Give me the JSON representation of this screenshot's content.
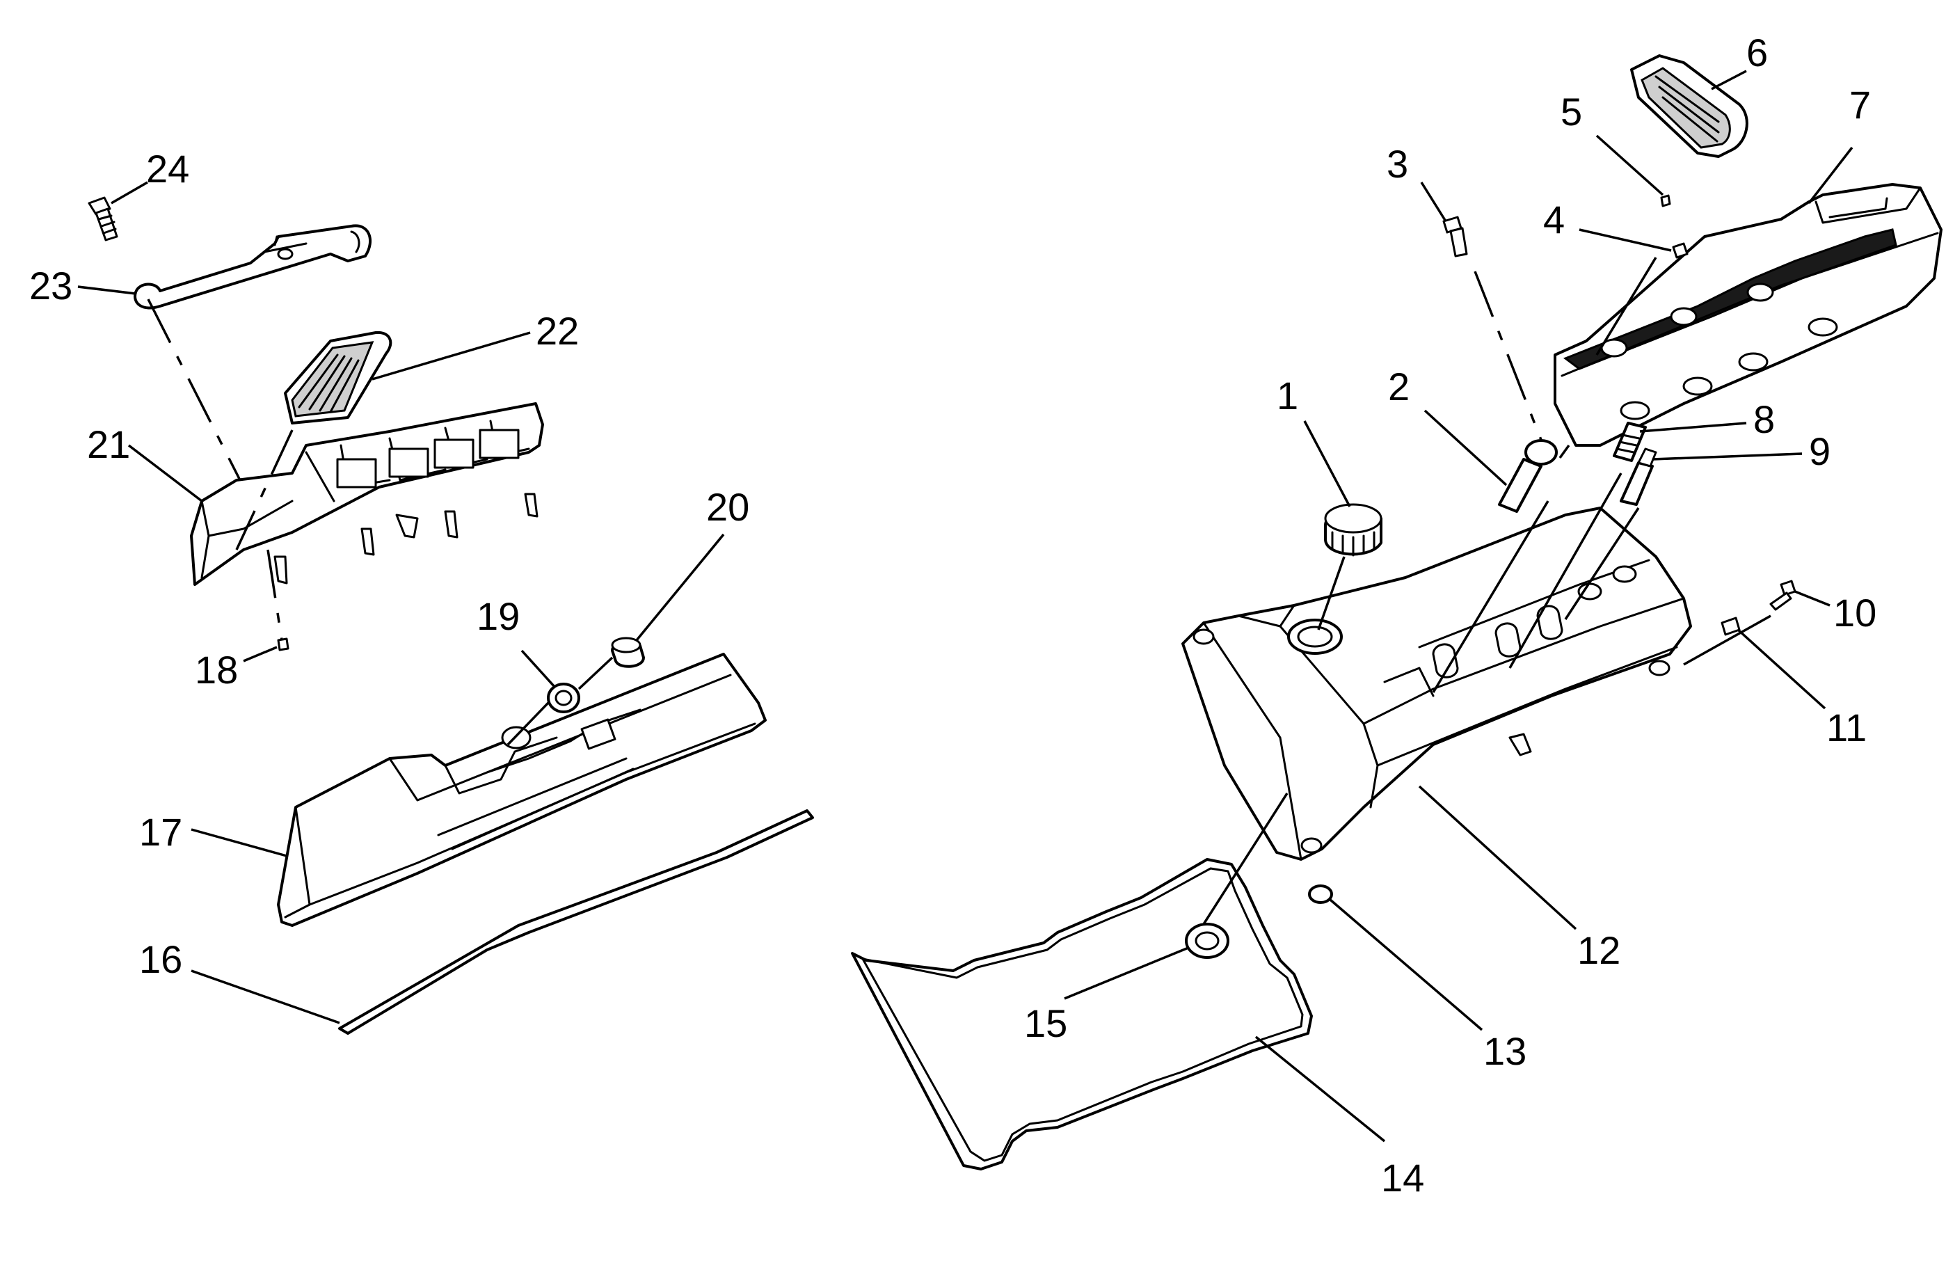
{
  "callouts": [
    {
      "id": 1,
      "label": "1"
    },
    {
      "id": 2,
      "label": "2"
    },
    {
      "id": 3,
      "label": "3"
    },
    {
      "id": 4,
      "label": "4"
    },
    {
      "id": 5,
      "label": "5"
    },
    {
      "id": 6,
      "label": "6"
    },
    {
      "id": 7,
      "label": "7"
    },
    {
      "id": 8,
      "label": "8"
    },
    {
      "id": 9,
      "label": "9"
    },
    {
      "id": 10,
      "label": "10"
    },
    {
      "id": 11,
      "label": "11"
    },
    {
      "id": 12,
      "label": "12"
    },
    {
      "id": 13,
      "label": "13"
    },
    {
      "id": 14,
      "label": "14"
    },
    {
      "id": 15,
      "label": "15"
    },
    {
      "id": 16,
      "label": "16"
    },
    {
      "id": 17,
      "label": "17"
    },
    {
      "id": 18,
      "label": "18"
    },
    {
      "id": 19,
      "label": "19"
    },
    {
      "id": 20,
      "label": "20"
    },
    {
      "id": 21,
      "label": "21"
    },
    {
      "id": 22,
      "label": "22"
    },
    {
      "id": 23,
      "label": "23"
    },
    {
      "id": 24,
      "label": "24"
    }
  ]
}
